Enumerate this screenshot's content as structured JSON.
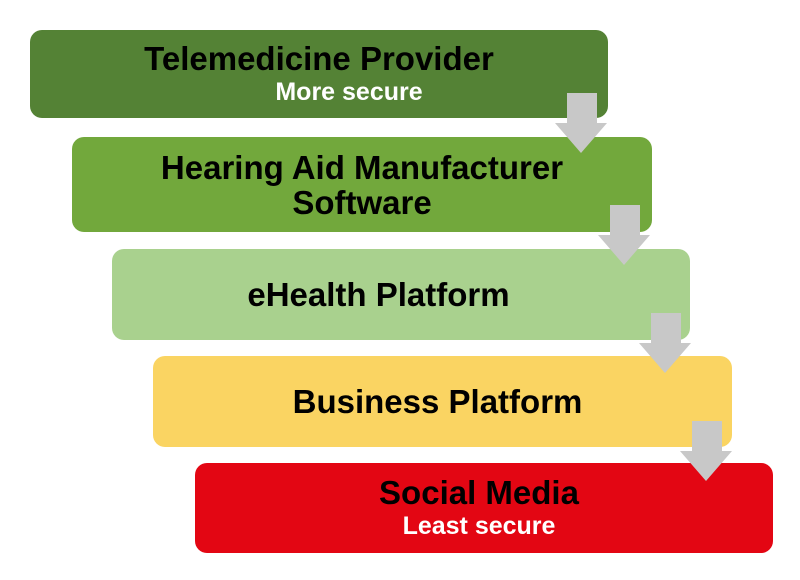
{
  "levels": [
    {
      "title": "Telemedicine Provider",
      "subtitle": "More secure",
      "color": "#548235"
    },
    {
      "title": "Hearing Aid Manufacturer Software",
      "subtitle": "",
      "color": "#72A83C"
    },
    {
      "title": "eHealth Platform",
      "subtitle": "",
      "color": "#A9D18E"
    },
    {
      "title": "Business Platform",
      "subtitle": "",
      "color": "#FAD462"
    },
    {
      "title": "Social Media",
      "subtitle": "Least secure",
      "color": "#E30613"
    }
  ],
  "arrow_color": "#C8C8C8"
}
